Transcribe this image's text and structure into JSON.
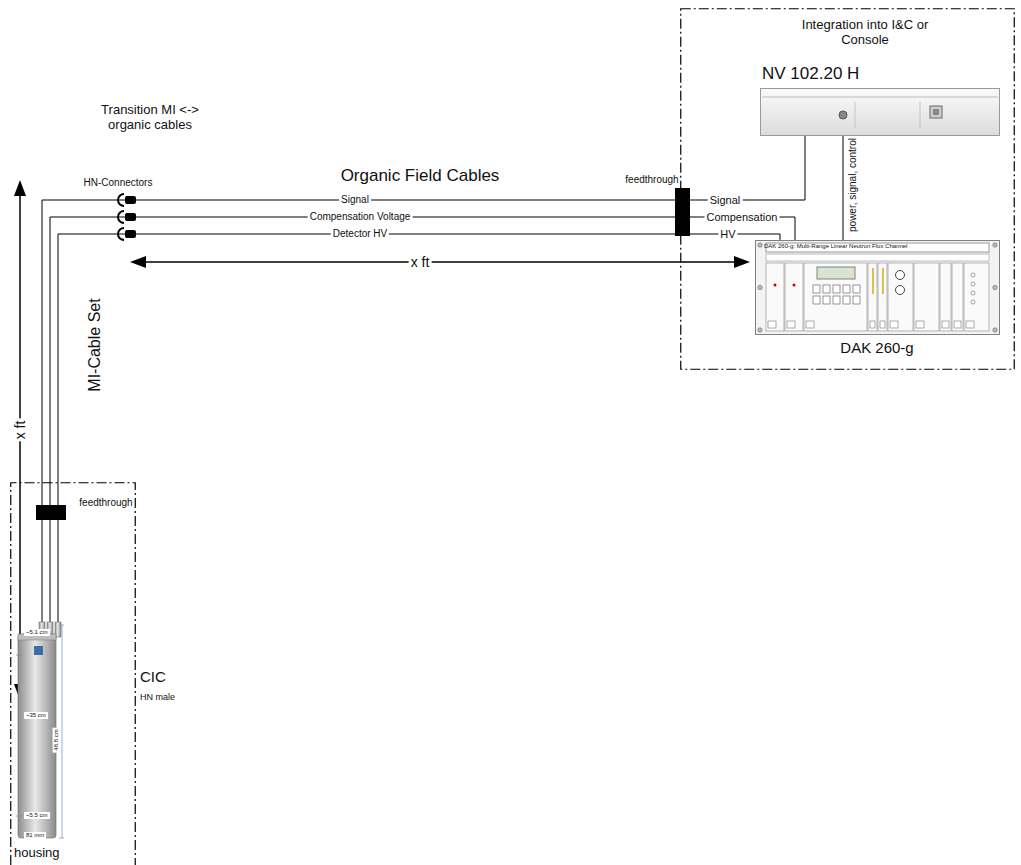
{
  "diagram": {
    "nodes": [
      {
        "text": [
          "Integration into I&C or Console"
        ]
      },
      {
        "text": [
          "NV 102.20 H"
        ],
        "in": 0
      },
      {
        "text": [
          "DAK 260-g"
        ],
        "in": 0
      },
      {
        "text": [
          "housing"
        ]
      },
      {
        "text": [
          "CIC",
          "HN male"
        ],
        "in": 3
      }
    ],
    "edges": [
      {
        "from": 4,
        "to": 1,
        "arrow": "none",
        "label": "Signal"
      },
      {
        "from": 4,
        "to": 2,
        "arrow": "none",
        "label": "Compensation Voltage"
      },
      {
        "from": 4,
        "to": 2,
        "arrow": "none",
        "label": "Detector HV"
      },
      {
        "from": 1,
        "to": 2,
        "arrow": "none",
        "label": "power, signal, control"
      }
    ],
    "labels": [
      "Transition MI <-> organic cables",
      "HN-Connectors",
      "Organic Field Cables",
      "feedthrough",
      "Signal",
      "Compensation",
      "HV",
      "x ft",
      "x ft",
      "MI-Cable Set",
      "feedthrough",
      "DAK 260-g: Multi-Range Linear Neutron Flux Channel",
      "~5.1 cm",
      "~35 cm",
      "~5.5 cm",
      "48.8 cm",
      "81 mm"
    ]
  }
}
